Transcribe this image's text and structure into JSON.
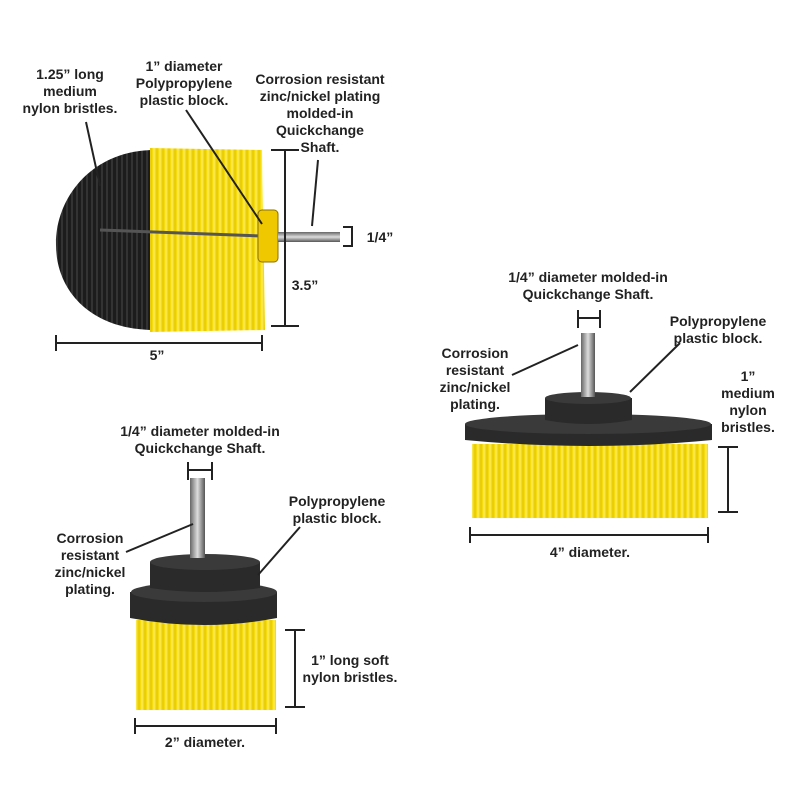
{
  "brush_large_ball": {
    "bristles_label": [
      "1.25” long",
      "medium",
      "nylon bristles."
    ],
    "block_label": [
      "1” diameter",
      "Polypropylene",
      "plastic block."
    ],
    "shaft_label": [
      "Corrosion resistant",
      "zinc/nickel plating",
      "molded-in",
      "Quickchange",
      "Shaft."
    ],
    "shaft_dim": "1/4”",
    "height_dim": "3.5”",
    "width_dim": "5”"
  },
  "brush_4in": {
    "shaft_label": [
      "1/4” diameter molded-in",
      "Quickchange Shaft."
    ],
    "block_label": [
      "Polypropylene",
      "plastic block."
    ],
    "plating_label": [
      "Corrosion",
      "resistant",
      "zinc/nickel",
      "plating."
    ],
    "bristles_label": [
      "1”",
      "medium",
      "nylon",
      "bristles."
    ],
    "diameter_dim": "4” diameter."
  },
  "brush_2in": {
    "shaft_label": [
      "1/4” diameter molded-in",
      "Quickchange Shaft."
    ],
    "block_label": [
      "Polypropylene",
      "plastic block."
    ],
    "plating_label": [
      "Corrosion",
      "resistant",
      "zinc/nickel",
      "plating."
    ],
    "bristles_label": [
      "1” long soft",
      "nylon bristles."
    ],
    "diameter_dim": "2” diameter."
  },
  "colors": {
    "bristle_yellow": "#f5dc10",
    "bristle_black": "#1c1c1c",
    "block_black": "#2a2a2a",
    "line": "#222222"
  }
}
